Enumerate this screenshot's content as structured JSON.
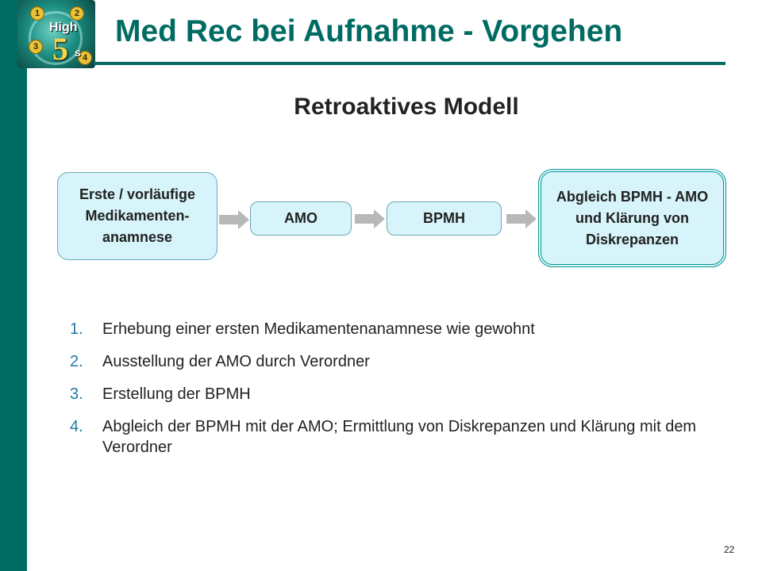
{
  "slide": {
    "title": "Med Rec bei Aufnahme - Vorgehen",
    "subtitle": "Retroaktives Modell",
    "page_number": "22",
    "logo": {
      "text_high": "High",
      "text_five": "5",
      "text_s": "s",
      "badges": [
        "1",
        "2",
        "3",
        "4"
      ]
    }
  },
  "flow": {
    "step1": "Erste / vorläufige Medikamenten-anamnese",
    "step2": "AMO",
    "step3": "BPMH",
    "step4": "Abgleich BPMH - AMO und Klärung von Diskrepanzen"
  },
  "steps": [
    {
      "num": "1.",
      "text": "Erhebung einer ersten Medikamentenanamnese wie gewohnt"
    },
    {
      "num": "2.",
      "text": "Ausstellung der AMO durch Verordner"
    },
    {
      "num": "3.",
      "text": "Erstellung der BPMH"
    },
    {
      "num": "4.",
      "text": "Abgleich der BPMH mit der AMO; Ermittlung von Diskrepanzen und Klärung mit dem Verordner"
    }
  ],
  "colors": {
    "accent": "#006b63",
    "box_fill": "#d6f4f9",
    "list_number": "#1e7aa8",
    "arrow": "#b8b8b8"
  }
}
